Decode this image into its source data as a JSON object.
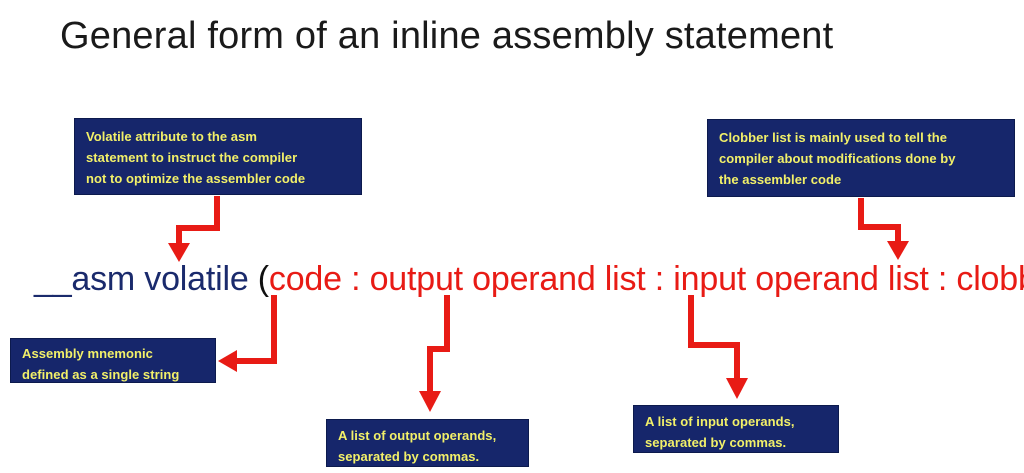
{
  "slide": {
    "title": "General form of an inline assembly statement",
    "background_color": "#ffffff"
  },
  "theme": {
    "callout_background": "#16266b",
    "callout_text_color": "#f2f069",
    "arrow_color": "#e81b15",
    "code_keyword_color": "#1a2a6c",
    "code_placeholder_color": "#e81b15",
    "code_punctuation_color": "#101010",
    "title_color": "#1a1a1a"
  },
  "code": {
    "keyword": "__asm volatile ",
    "open_paren": "(",
    "part_code": "code",
    "sep1": " : ",
    "part_output": "output operand list",
    "sep2": " : ",
    "part_input": "input operand list",
    "sep3": " : ",
    "part_clobber": "clobber list",
    "close_paren": ");",
    "full_text": "__asm volatile (code : output operand list : input operand list : clobber list);"
  },
  "callouts": {
    "volatile": {
      "lines": [
        "Volatile attribute to the asm",
        "statement to instruct the compiler",
        "not to optimize the assembler code"
      ],
      "points_to": "volatile"
    },
    "clobber": {
      "lines": [
        "Clobber list is mainly used to tell the",
        "compiler about modifications done by",
        "the assembler code"
      ],
      "points_to": "clobber list"
    },
    "mnemonic": {
      "lines": [
        "Assembly mnemonic",
        "defined as a single string"
      ],
      "points_to": "code"
    },
    "output": {
      "lines": [
        "A list of output operands,",
        "separated by commas."
      ],
      "points_to": "output operand list"
    },
    "input": {
      "lines": [
        "A list of input operands,",
        "separated by commas."
      ],
      "points_to": "input operand list"
    }
  }
}
